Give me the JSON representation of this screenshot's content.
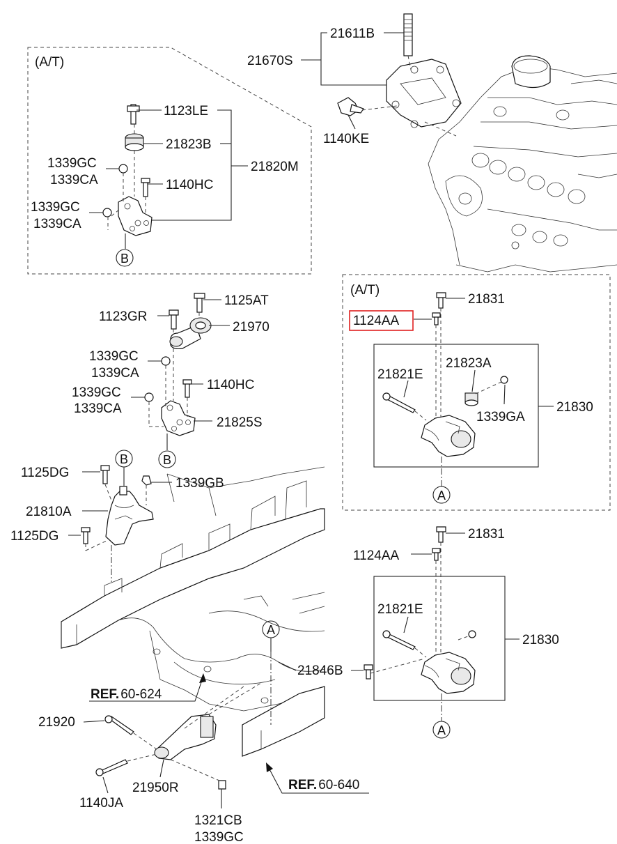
{
  "diagram": {
    "labels": {
      "p21611B": "21611B",
      "p21670S": "21670S",
      "p1140KE": "1140KE",
      "at_top": "(A/T)",
      "p1123LE": "1123LE",
      "p21823B": "21823B",
      "p21820M": "21820M",
      "p1339GC_a": "1339GC",
      "p1339CA_a": "1339CA",
      "p1140HC_a": "1140HC",
      "p1339GC_b": "1339GC",
      "p1339CA_b": "1339CA",
      "p1125AT": "1125AT",
      "p1123GR": "1123GR",
      "p21970": "21970",
      "p1339GC_c": "1339GC",
      "p1339CA_c": "1339CA",
      "p1339GC_d": "1339GC",
      "p1339CA_d": "1339CA",
      "p1140HC_b": "1140HC",
      "p21825S": "21825S",
      "p1125DG_a": "1125DG",
      "p1339GB": "1339GB",
      "p21810A": "21810A",
      "p1125DG_b": "1125DG",
      "at_mid": "(A/T)",
      "p21831_a": "21831",
      "p1124AA_a": "1124AA",
      "p21821E_a": "21821E",
      "p21823A": "21823A",
      "p1339GA": "1339GA",
      "p21830_a": "21830",
      "p21831_b": "21831",
      "p1124AA_b": "1124AA",
      "p21821E_b": "21821E",
      "p21830_b": "21830",
      "p21846B": "21846B",
      "p21920": "21920",
      "p1140JA": "1140JA",
      "p21950R": "21950R",
      "p1321CB": "1321CB",
      "p1339GC_e": "1339GC"
    },
    "refs": {
      "r1_bold": "REF.",
      "r1_num": "60-624",
      "r2_bold": "REF.",
      "r2_num": "60-640"
    },
    "markers": {
      "A": "A",
      "B": "B"
    },
    "highlight_color": "#e0201f"
  }
}
